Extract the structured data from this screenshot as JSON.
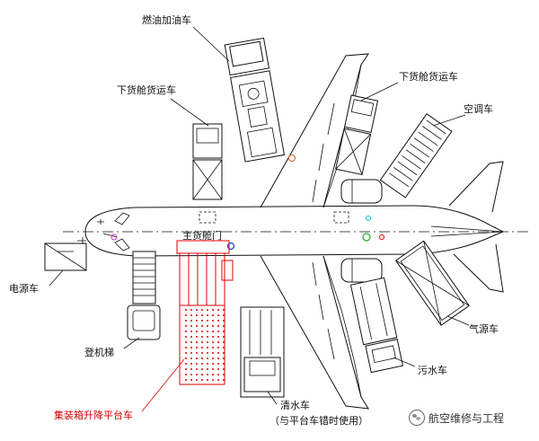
{
  "labels": {
    "fuel_truck": "燃油加油车",
    "lower_cargo_left": "下货舱货运车",
    "lower_cargo_right": "下货舱货运车",
    "air_conditioning": "空调车",
    "main_cargo_door": "主货舱门",
    "power_unit": "电源车",
    "boarding_stairs": "登机梯",
    "container_lift": "集装箱升降平台车",
    "air_source": "气源车",
    "sewage": "污水车",
    "water_truck": "清水车",
    "water_truck_note": "（与平台车错时使用）"
  },
  "watermark": {
    "text": "航空维修与工程",
    "icon": "wechat-icon"
  },
  "colors": {
    "line": "#111111",
    "highlight": "#e00000",
    "marker_blue": "#1a3fd6",
    "marker_cyan": "#00c8d8",
    "marker_green": "#22aa22",
    "marker_red": "#e00000",
    "marker_magenta": "#cc33cc",
    "marker_orange": "#e06020"
  }
}
